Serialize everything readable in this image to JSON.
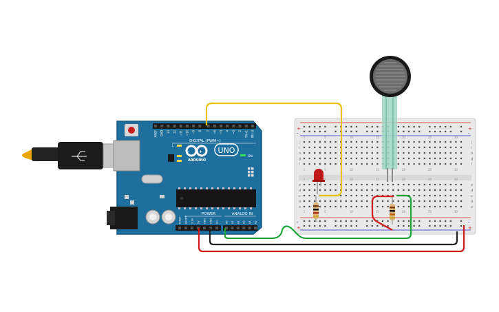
{
  "arduino": {
    "brand": "ARDUINO",
    "model": "UNO",
    "on_label": "ON",
    "digital_label": "DIGITAL (PWM~)",
    "power_label": "POWER",
    "analog_label": "ANALOG IN",
    "led_labels": {
      "l": "L",
      "tx": "TX",
      "rx": "RX"
    },
    "digital_pins": [
      "AREF",
      "GND",
      "13",
      "12",
      "~11",
      "~10",
      "~9",
      "8",
      "7",
      "~6",
      "~5",
      "4",
      "~3",
      "2",
      "TX→1",
      "RX←0"
    ],
    "power_pins": [
      "IOREF",
      "RESET",
      "3.3V",
      "5V",
      "GND",
      "GND",
      "Vin"
    ],
    "analog_pins": [
      "A0",
      "A1",
      "A2",
      "A3",
      "A4",
      "A5"
    ]
  },
  "breadboard": {
    "rail_plus": "+",
    "rail_minus": "-",
    "top_rows": [
      "j",
      "i",
      "h",
      "g",
      "f"
    ],
    "bottom_rows": [
      "e",
      "d",
      "c",
      "b",
      "a"
    ],
    "columns": [
      "1",
      "5",
      "10",
      "15",
      "20",
      "25",
      "30"
    ]
  },
  "colors": {
    "arduino_board": "#1f6f9e",
    "wire_yellow": "#e8c40a",
    "wire_green": "#1ea53a",
    "wire_black": "#222222",
    "wire_red": "#d01a1a",
    "sensor_tail": "#9fd6c4",
    "led_red": "#c01818",
    "breadboard": "#e9e9e9"
  },
  "components": {
    "usb_cable": "usb-plug-icon",
    "force_sensor": "force-sensitive-resistor",
    "led": "red-led",
    "resistors": 2
  }
}
